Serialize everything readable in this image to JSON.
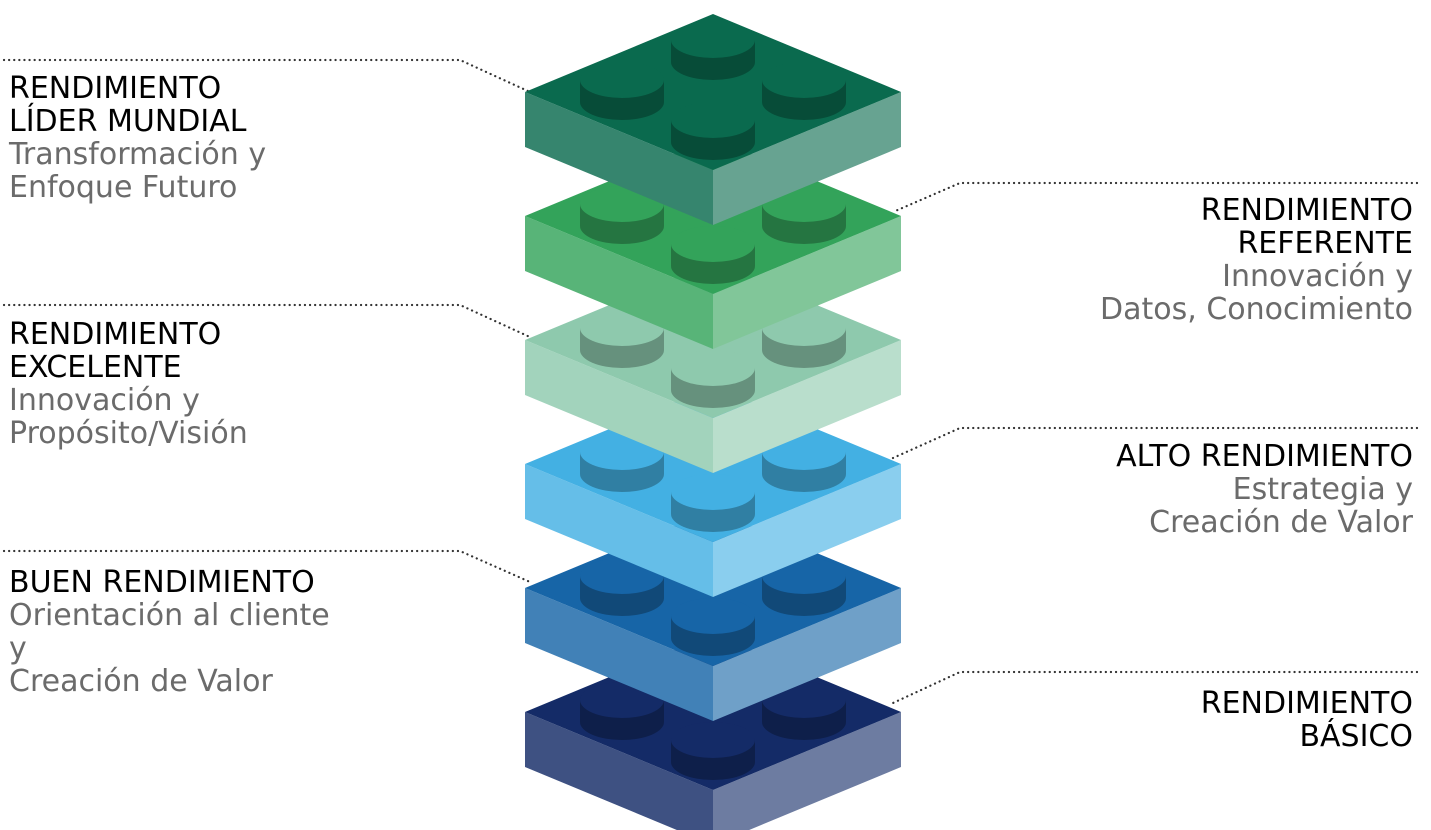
{
  "colors": {
    "world": "#0a6a4e",
    "referent": "#33a35a",
    "excellent": "#8ec9ad",
    "high": "#43b0e3",
    "good": "#1765a7",
    "basic": "#142b67",
    "title": "#000000",
    "subtitle": "#6b6b6b"
  },
  "levels": [
    {
      "key": "world",
      "title_lines": [
        "RENDIMIENTO",
        "LÍDER MUNDIAL"
      ],
      "subtitle_lines": [
        "Transformación y",
        "Enfoque Futuro"
      ]
    },
    {
      "key": "referent",
      "title_lines": [
        "RENDIMIENTO",
        "REFERENTE"
      ],
      "subtitle_lines": [
        "Innovación y",
        "Datos, Conocimiento"
      ]
    },
    {
      "key": "excellent",
      "title_lines": [
        "RENDIMIENTO",
        "EXCELENTE"
      ],
      "subtitle_lines": [
        "Innovación y",
        "Propósito/Visión"
      ]
    },
    {
      "key": "high",
      "title_lines": [
        "ALTO RENDIMIENTO"
      ],
      "subtitle_lines": [
        "Estrategia y",
        "Creación de Valor"
      ]
    },
    {
      "key": "good",
      "title_lines": [
        "BUEN RENDIMIENTO"
      ],
      "subtitle_lines": [
        "Orientación al cliente",
        "y",
        "Creación de Valor"
      ]
    },
    {
      "key": "basic",
      "title_lines": [
        "RENDIMIENTO",
        "BÁSICO"
      ],
      "subtitle_lines": []
    }
  ]
}
